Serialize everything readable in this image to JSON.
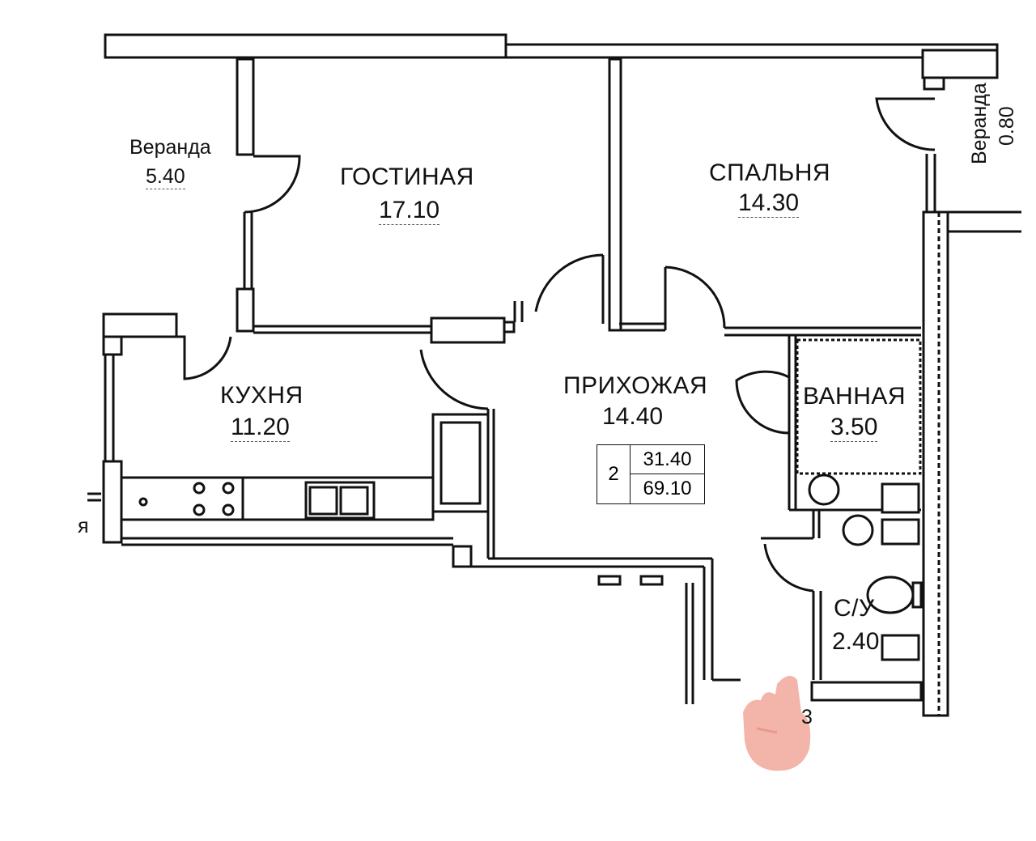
{
  "rooms": {
    "veranda_left": {
      "name": "Веранда",
      "area": "5.40"
    },
    "living": {
      "name": "ГОСТИНАЯ",
      "area": "17.10"
    },
    "bedroom": {
      "name": "СПАЛЬНЯ",
      "area": "14.30"
    },
    "veranda_right": {
      "name": "Веранда",
      "area": "0.80"
    },
    "kitchen": {
      "name": "КУХНЯ",
      "area": "11.20"
    },
    "hall": {
      "name": "ПРИХОЖАЯ",
      "area": "14.40"
    },
    "bathroom": {
      "name": "ВАННАЯ",
      "area": "3.50"
    },
    "wc": {
      "name": "С/У",
      "area": "2.40"
    }
  },
  "summary": {
    "rooms_count": "2",
    "living_area": "31.40",
    "total_area": "69.10"
  },
  "edge_marks": {
    "left": "я",
    "bottom": "3"
  },
  "colors": {
    "wall": "#111111",
    "paper": "#ffffff",
    "finger": "#f3b5a9"
  }
}
